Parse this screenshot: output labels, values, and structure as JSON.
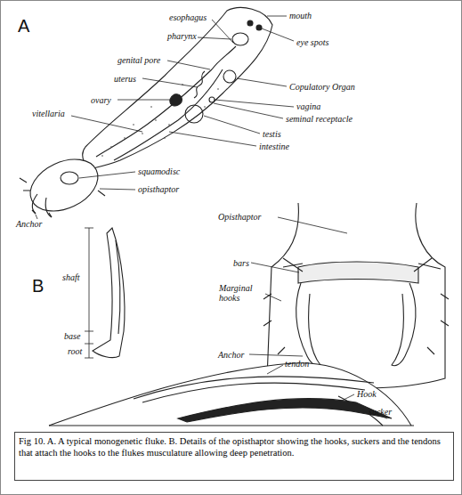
{
  "diagram": {
    "caption": "Fig 10. A. A typical monogenetic fluke. B. Details of the opisthaptor showing the hooks, suckers and the tendons that attach the hooks to the flukes musculature allowing deep penetration.",
    "labels": [
      "A",
      "esophagus",
      "pharynx",
      "mouth",
      "eye spots",
      "genital pore",
      "uterus",
      "Copulatory Organ",
      "ovary",
      "vitellaria",
      "vagina",
      "seminal receptacle",
      "testis",
      "intestine",
      "squamodisc",
      "opisthaptor",
      "Anchor",
      "B",
      "shaft",
      "base",
      "root",
      "Opisthaptor",
      "bars",
      "Marginal hooks",
      "Anchor",
      "tendon",
      "Hook",
      "sucker"
    ]
  }
}
